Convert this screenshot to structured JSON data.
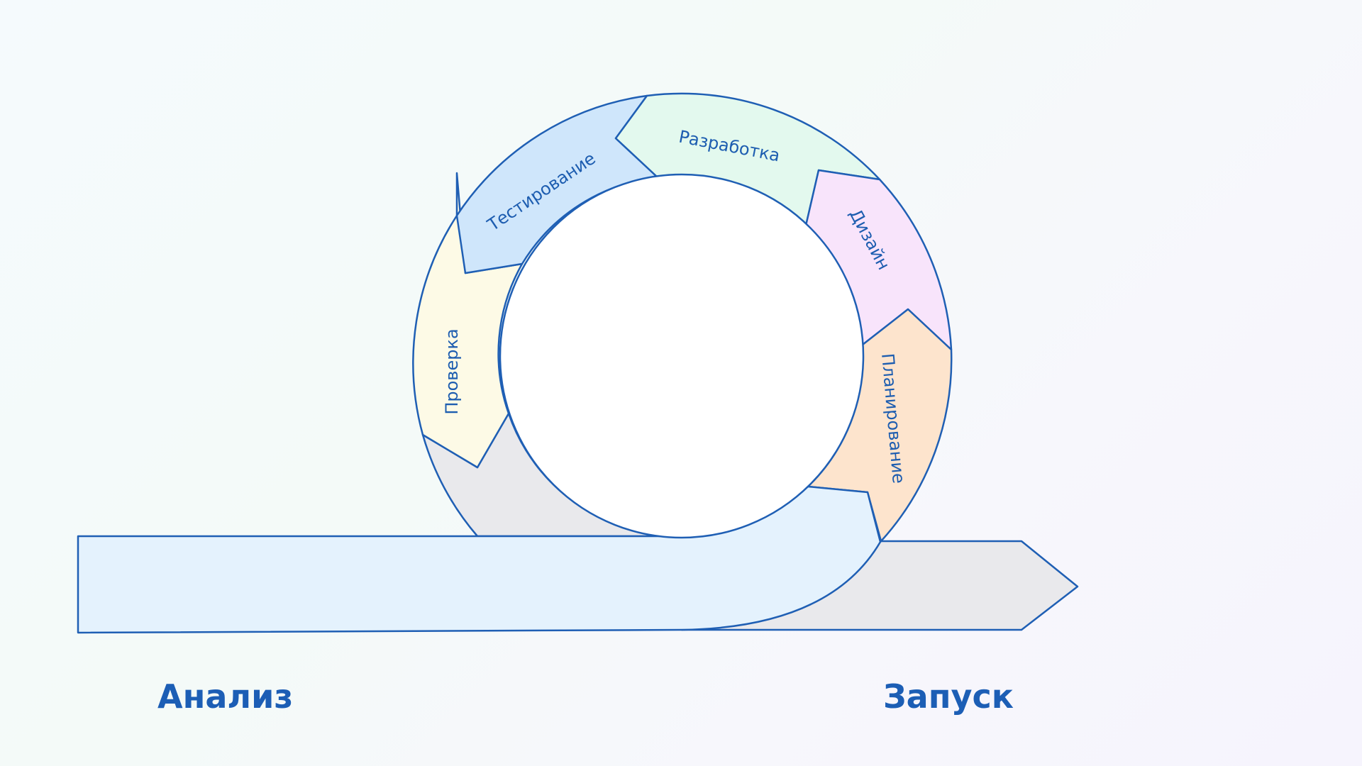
{
  "diagram": {
    "start_label": "Анализ",
    "end_label": "Запуск",
    "stages": [
      {
        "name": "Планирование",
        "color": "#fde4cd"
      },
      {
        "name": "Дизайн",
        "color": "#f8e4fb"
      },
      {
        "name": "Разработка",
        "color": "#e3f9ee"
      },
      {
        "name": "Тестирование",
        "color": "#cfe6fb"
      },
      {
        "name": "Проверка",
        "color": "#fdfae6"
      }
    ],
    "colors": {
      "outline": "#1f5fb4",
      "entry_band": "#e4f2fd",
      "exit_band": "#e9e9ec",
      "inner_circle": "#ffffff"
    }
  }
}
